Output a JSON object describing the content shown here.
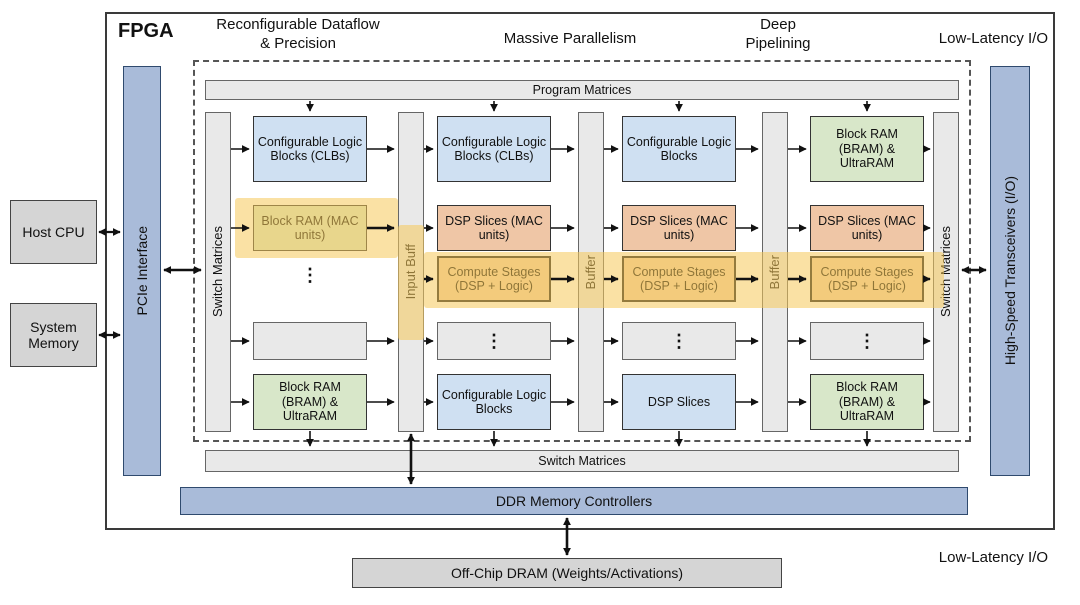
{
  "title": {
    "fpga": "FPGA"
  },
  "annotations": {
    "reconfigurable": "Reconfigurable Dataflow & Precision",
    "massive": "Massive Parallelism",
    "deep": "Deep Pipelining",
    "low_latency_top": "Low-Latency I/O",
    "low_latency_bottom": "Low-Latency I/O"
  },
  "external": {
    "host_cpu": "Host CPU",
    "system_memory": "System Memory",
    "offchip_dram": "Off-Chip DRAM (Weights/Activations)"
  },
  "buses": {
    "pcie": "PCIe Interface",
    "transceivers": "High-Speed Transceivers (I/O)",
    "program_matrices": "Program Matrices",
    "switch_left": "Switch Matrices",
    "switch_right": "Switch Matrices",
    "switch_bottom": "Switch Matrices",
    "ddr": "DDR Memory Controllers",
    "input_buffer": "Input Buff",
    "buffer_1": "Buffer",
    "buffer_2": "Buffer"
  },
  "dots": "⋮",
  "columns": {
    "col1": {
      "top": "Configurable Logic Blocks (CLBs)",
      "mac": "Block RAM (MAC units)",
      "bottom": "Block RAM (BRAM) & UltraRAM"
    },
    "col2": {
      "top": "Configurable Logic Blocks (CLBs)",
      "mac": "DSP Slices (MAC units)",
      "compute": "Compute Stages (DSP + Logic)",
      "bottom": "Configurable Logic Blocks"
    },
    "col3": {
      "top": "Configurable Logic Blocks",
      "mac": "DSP Slices (MAC units)",
      "compute": "Compute Stages (DSP + Logic)",
      "bottom": "DSP Slices"
    },
    "col4": {
      "top": "Block RAM (BRAM) & UltraRAM",
      "mac": "DSP Slices (MAC units)",
      "compute": "Compute Stages (DSP + Logic)",
      "bottom": "Block RAM (BRAM) & UltraRAM"
    }
  },
  "colors": {
    "block_blue": "#cfe0f2",
    "block_green": "#d8e7c9",
    "block_salmon": "#efc6a6",
    "bus_blue": "#a9bbd9",
    "highlight_yellow": "#f6c85c",
    "external_gray": "#d5d5d5",
    "bar_gray": "#e9e9e9"
  }
}
